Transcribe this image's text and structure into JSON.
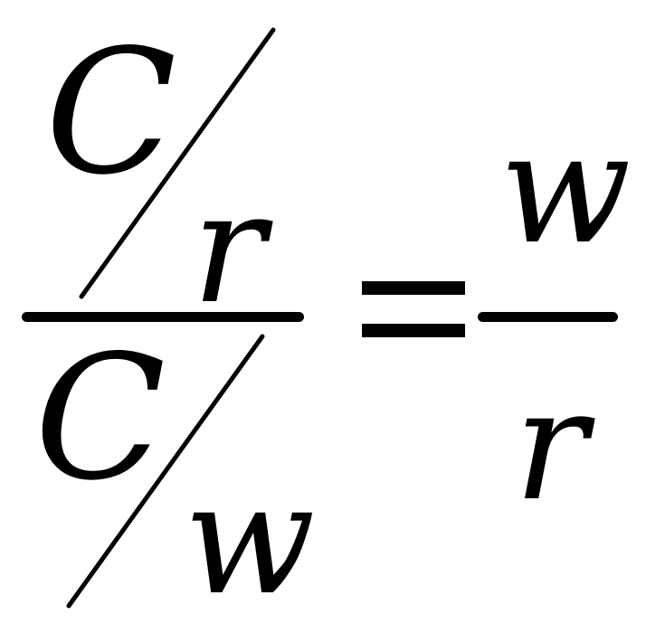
{
  "formula": {
    "outer_numerator": {
      "numerator": "C",
      "denominator": "r"
    },
    "outer_denominator": {
      "numerator": "C",
      "denominator": "w"
    },
    "equals": "=",
    "right_fraction": {
      "numerator": "w",
      "denominator": "r"
    }
  },
  "colors": {
    "ink": "#000000",
    "background": "#ffffff"
  }
}
